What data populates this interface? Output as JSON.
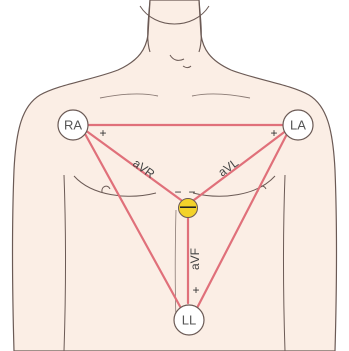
{
  "electrodes": {
    "right_arm": "RA",
    "left_arm": "LA",
    "left_leg": "LL"
  },
  "leads": {
    "avr": "aVR",
    "avl": "aVL",
    "avf": "aVF"
  },
  "polarity": {
    "positive": "+",
    "negative": "−",
    "central_terminal": "—"
  },
  "colors": {
    "lead_line": "#e0707a",
    "skin": "#fbeee5",
    "outline": "#6b5a55",
    "central_terminal": "#f3d22a"
  }
}
